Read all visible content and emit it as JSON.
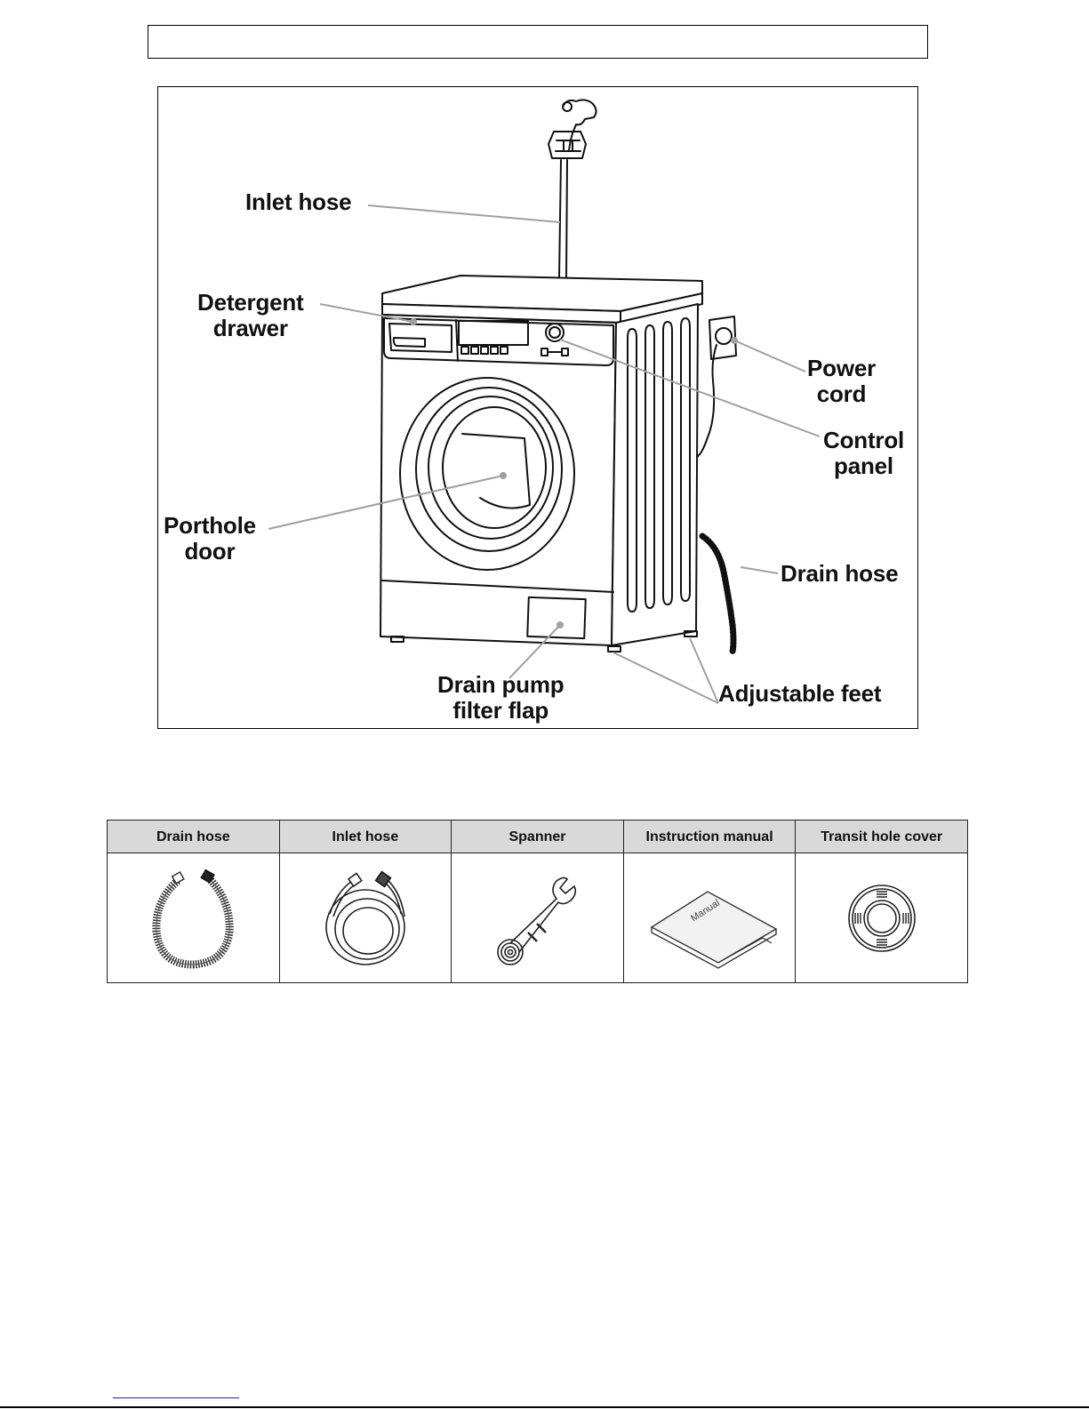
{
  "header": {
    "text": ""
  },
  "figure": {
    "name": "washing-machine-parts-diagram",
    "labels": {
      "inlet_hose": "Inlet hose",
      "detergent_drawer_line1": "Detergent",
      "detergent_drawer_line2": "drawer",
      "porthole_door_line1": "Porthole",
      "porthole_door_line2": "door",
      "power_cord_line1": "Power",
      "power_cord_line2": "cord",
      "control_panel_line1": "Control",
      "control_panel_line2": "panel",
      "drain_hose": "Drain hose",
      "drain_pump_line1": "Drain pump",
      "drain_pump_line2": "filter flap",
      "adjustable_feet": "Adjustable feet"
    },
    "manual_cover_text": "Manual"
  },
  "accessories": {
    "columns": [
      {
        "header": "Drain hose",
        "icon": "drain-hose-icon"
      },
      {
        "header": "Inlet hose",
        "icon": "inlet-hose-icon"
      },
      {
        "header": "Spanner",
        "icon": "spanner-icon"
      },
      {
        "header": "Instruction manual",
        "icon": "instruction-manual-icon"
      },
      {
        "header": "Transit hole cover",
        "icon": "transit-hole-cover-icon"
      }
    ]
  },
  "colors": {
    "leader_line": "#a0a0a0",
    "table_header_bg": "#d9d9d9",
    "link_underline": "#1a1adf"
  }
}
